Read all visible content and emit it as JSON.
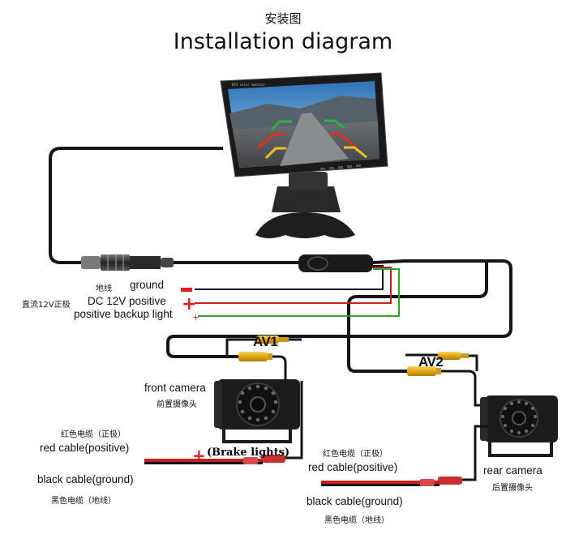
{
  "title_cn": "安装图",
  "title_en": "Installation diagram",
  "monitor": {
    "screen_text": "DPI color monitor"
  },
  "power": {
    "ground_cn": "地线",
    "ground_en": "ground",
    "dc_cn": "直流12V正极",
    "dc_en": "DC 12V positive",
    "backup_en": "positive backup light",
    "minus_symbol": "−",
    "plus_symbol": "+"
  },
  "av1": {
    "label": "AV1"
  },
  "av2": {
    "label": "AV2"
  },
  "front_camera": {
    "label_en": "front camera",
    "label_cn": "前置摄像头",
    "red_cn": "红色电缆（正极）",
    "red_en": "red cable(positive)",
    "black_en": "black cable(ground)",
    "black_cn": "黑色电缆（地线）",
    "brake_plus": "+",
    "brake_label": "(Brake lights)"
  },
  "rear_camera": {
    "label_en": "rear camera",
    "label_cn": "后置摄像头",
    "red_cn": "红色电缆（正极）",
    "red_en": "red cable(positive)",
    "black_en": "black cable(ground)",
    "black_cn": "黑色电缆（地线）"
  },
  "colors": {
    "cable": "#141414",
    "wire_red": "#c42020",
    "wire_green": "#2fa32f",
    "connector_yellow": "#e8b21a",
    "minus_red": "#e0201a",
    "screen_sky": "#3d86c8"
  }
}
